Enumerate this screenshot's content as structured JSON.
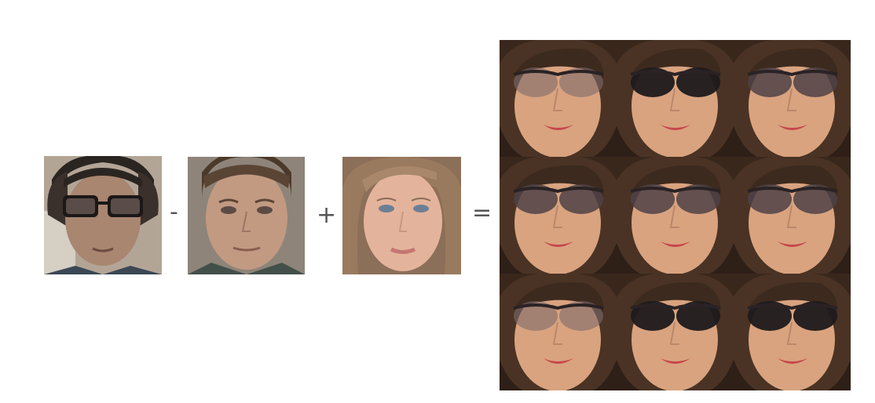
{
  "equation": {
    "operands": [
      {
        "name": "man-with-glasses",
        "description_icon": "face-with-glasses"
      },
      {
        "name": "man-without-glasses",
        "description_icon": "face-plain"
      },
      {
        "name": "woman-without-glasses",
        "description_icon": "face-plain"
      }
    ],
    "operators": {
      "minus": "-",
      "plus": "+",
      "equals": "="
    }
  },
  "result_grid": {
    "rows": 3,
    "cols": 3,
    "cells": [
      {
        "glasses": "light-tinted"
      },
      {
        "glasses": "dark"
      },
      {
        "glasses": "medium-tinted"
      },
      {
        "glasses": "medium-tinted"
      },
      {
        "glasses": "medium-tinted"
      },
      {
        "glasses": "medium-tinted"
      },
      {
        "glasses": "light-tinted"
      },
      {
        "glasses": "dark"
      },
      {
        "glasses": "dark"
      }
    ]
  },
  "colors": {
    "operator": "#555555",
    "woman_skin": "#d9a37f",
    "woman_hair": "#3a271c",
    "lens_dark": "#1e1a1c",
    "lens_medium": "#4e4246",
    "lens_light": "#7d6a6a"
  }
}
